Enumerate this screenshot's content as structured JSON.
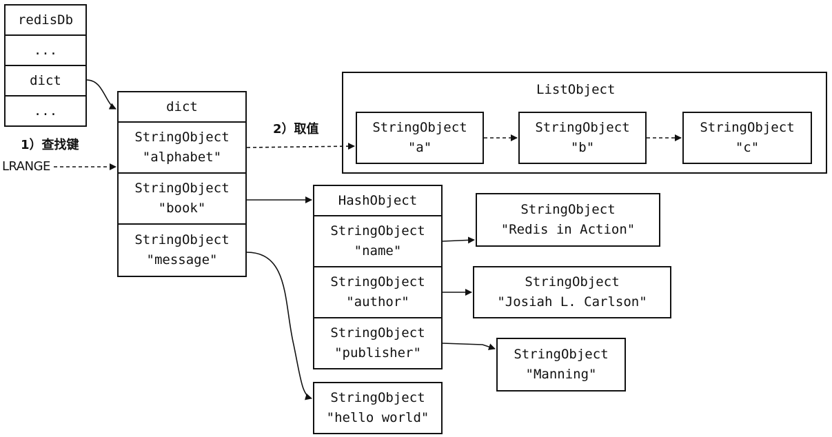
{
  "redisdb": {
    "title": "redisDb",
    "row1": "...",
    "row2": "dict",
    "row3": "..."
  },
  "steps": {
    "find_key": "1）查找键",
    "get_value": "2）取值",
    "command": "LRANGE"
  },
  "dict": {
    "title": "dict",
    "entries": [
      {
        "type": "StringObject",
        "key": "\"alphabet\""
      },
      {
        "type": "StringObject",
        "key": "\"book\""
      },
      {
        "type": "StringObject",
        "key": "\"message\""
      }
    ]
  },
  "list_object": {
    "title": "ListObject",
    "items": [
      {
        "type": "StringObject",
        "value": "\"a\""
      },
      {
        "type": "StringObject",
        "value": "\"b\""
      },
      {
        "type": "StringObject",
        "value": "\"c\""
      }
    ]
  },
  "hash_object": {
    "title": "HashObject",
    "fields": [
      {
        "type": "StringObject",
        "key": "\"name\""
      },
      {
        "type": "StringObject",
        "key": "\"author\""
      },
      {
        "type": "StringObject",
        "key": "\"publisher\""
      }
    ]
  },
  "hash_values": [
    {
      "type": "StringObject",
      "value": "\"Redis in Action\""
    },
    {
      "type": "StringObject",
      "value": "\"Josiah L. Carlson\""
    },
    {
      "type": "StringObject",
      "value": "\"Manning\""
    }
  ],
  "message_value": {
    "type": "StringObject",
    "value": "\"hello world\""
  }
}
